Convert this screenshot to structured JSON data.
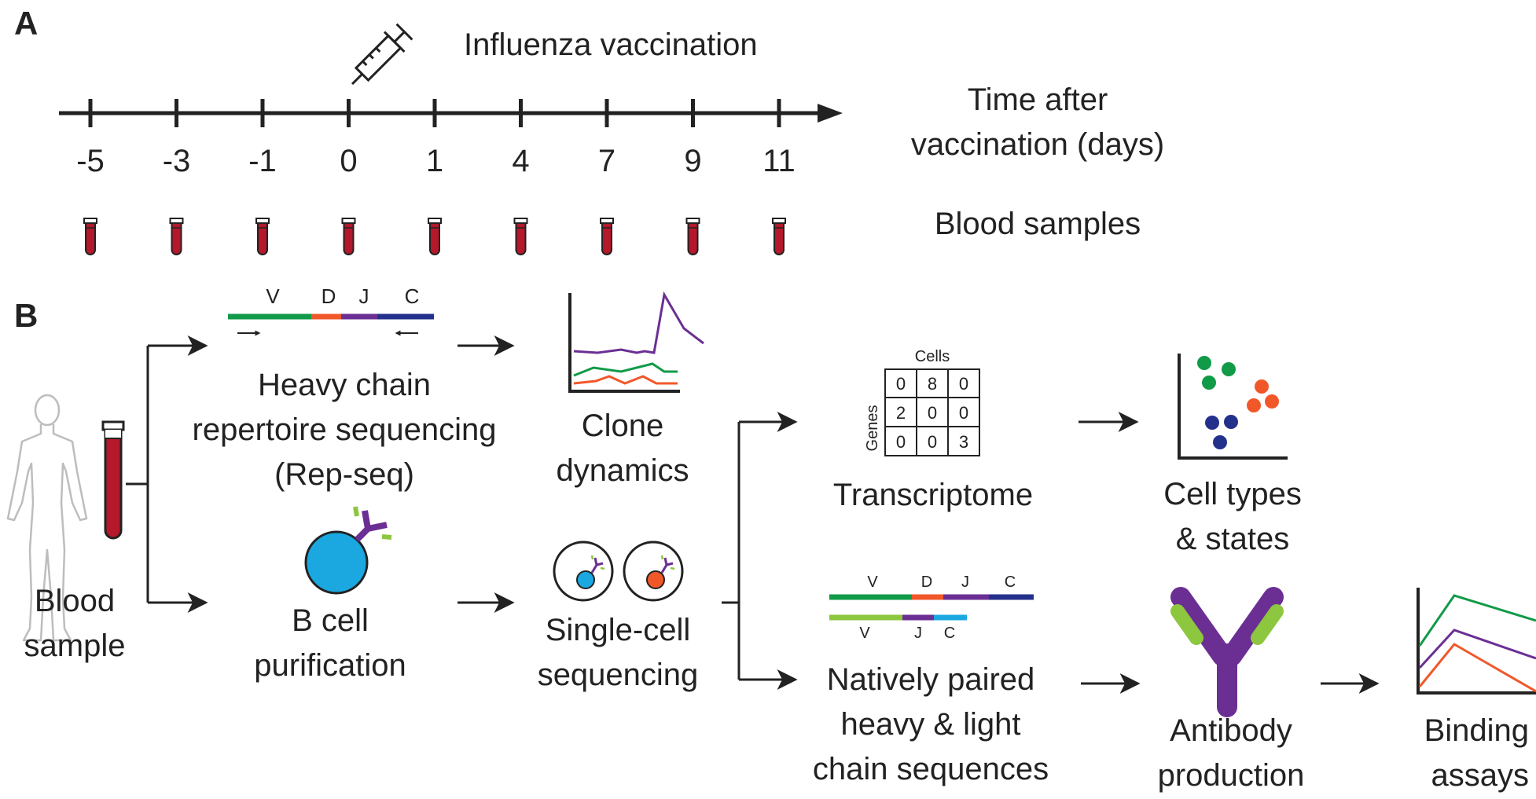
{
  "panel_a": {
    "letter": "A",
    "vaccination_label": "Influenza vaccination",
    "axis_label_line1": "Time after",
    "axis_label_line2": "vaccination (days)",
    "days": [
      "-5",
      "-3",
      "-1",
      "0",
      "1",
      "4",
      "7",
      "9",
      "11"
    ],
    "samples_label": "Blood samples"
  },
  "panel_b": {
    "letter": "B",
    "blood_sample_line1": "Blood",
    "blood_sample_line2": "sample",
    "repseq": {
      "segments": [
        "V",
        "D",
        "J",
        "C"
      ],
      "line1": "Heavy chain",
      "line2": "repertoire sequencing",
      "line3": "(Rep-seq)"
    },
    "clone_dynamics": {
      "line1": "Clone",
      "line2": "dynamics"
    },
    "bcell": {
      "line1": "B cell",
      "line2": "purification"
    },
    "singlecell": {
      "line1": "Single-cell",
      "line2": "sequencing"
    },
    "transcriptome": {
      "label": "Transcriptome",
      "cells_label": "Cells",
      "genes_label": "Genes",
      "matrix": [
        [
          "0",
          "8",
          "0"
        ],
        [
          "2",
          "0",
          "0"
        ],
        [
          "0",
          "0",
          "3"
        ]
      ]
    },
    "celltypes": {
      "line1": "Cell types",
      "line2": "& states"
    },
    "paired": {
      "heavy_segments": [
        "V",
        "D",
        "J",
        "C"
      ],
      "light_segments": [
        "V",
        "J",
        "C"
      ],
      "line1": "Natively paired",
      "line2": "heavy & light",
      "line3": "chain sequences"
    },
    "antibody": {
      "line1": "Antibody",
      "line2": "production"
    },
    "binding": {
      "line1": "Binding",
      "line2": "assays"
    }
  },
  "colors": {
    "ink": "#222222",
    "blood": "#b5172b",
    "green": "#119a48",
    "orange": "#f0582a",
    "purple": "#6b2f94",
    "navy": "#24318c",
    "light_green": "#8dc63f",
    "cyan": "#1ba8e0",
    "body_outline": "#bdbdbd"
  }
}
